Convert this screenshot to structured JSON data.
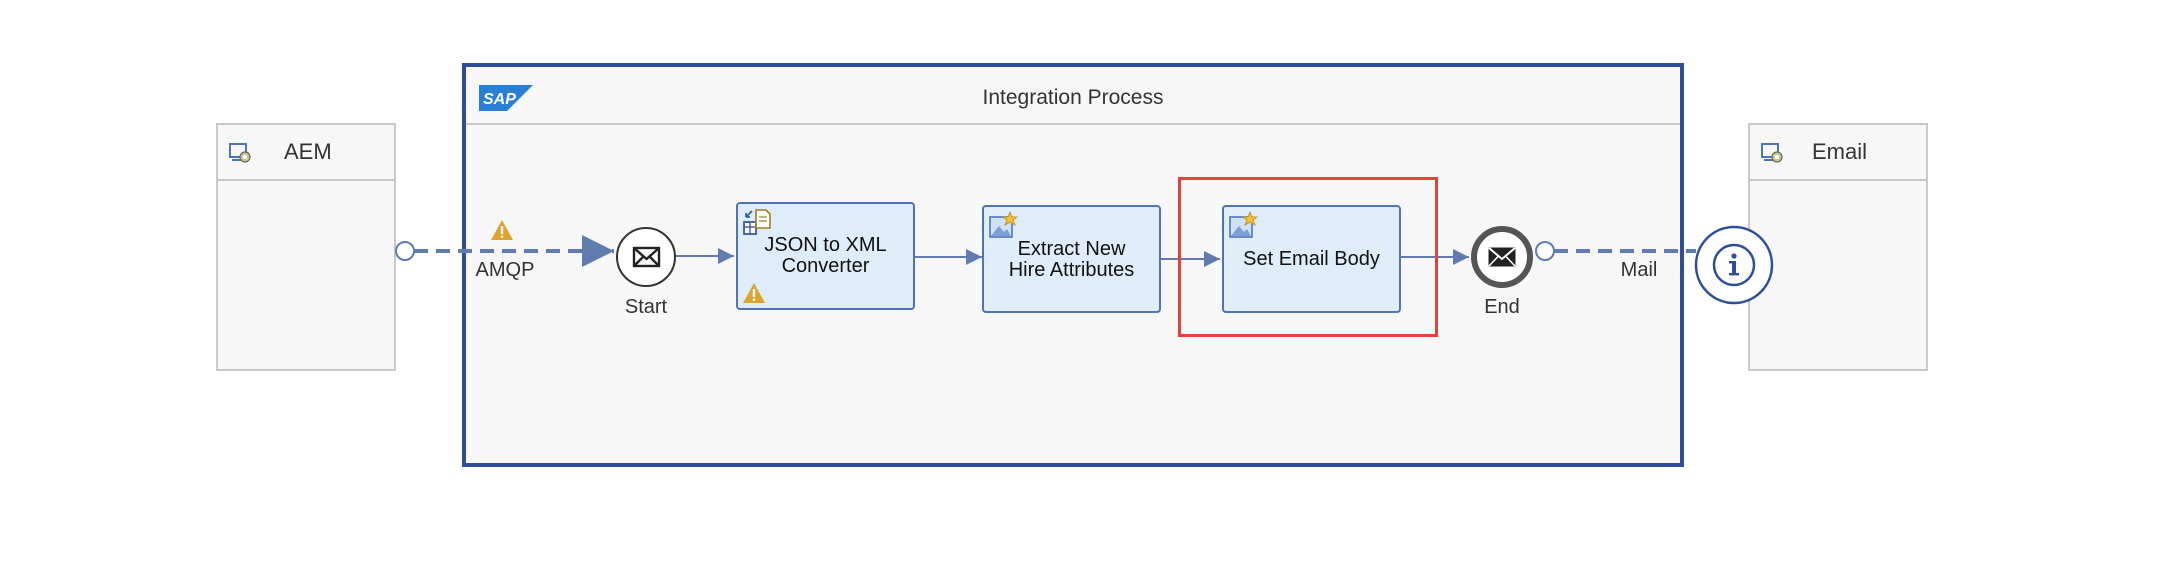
{
  "participants": {
    "sender": {
      "name": "AEM",
      "icon": "participant-icon"
    },
    "receiver": {
      "name": "Email",
      "icon": "participant-icon"
    }
  },
  "process": {
    "title": "Integration Process",
    "logo": "SAP"
  },
  "steps": [
    {
      "id": "start",
      "type": "message-start-event",
      "label": "Start",
      "icon": "envelope-icon"
    },
    {
      "id": "json-to-xml",
      "type": "converter",
      "label": "JSON to XML\nConverter",
      "icon": "converter-icon",
      "warning": true
    },
    {
      "id": "extract",
      "type": "content-modifier",
      "label": "Extract New\nHire Attributes",
      "icon": "content-modifier-icon"
    },
    {
      "id": "set-email-body",
      "type": "content-modifier",
      "label": "Set Email Body",
      "icon": "content-modifier-icon",
      "selected": true
    },
    {
      "id": "end",
      "type": "message-end-event",
      "label": "End",
      "icon": "envelope-icon"
    }
  ],
  "channels": {
    "sender": {
      "label": "AMQP",
      "warning": true
    },
    "receiver": {
      "label": "Mail"
    }
  },
  "colors": {
    "process_border": "#2f4e9a",
    "task_fill": "#dfedfb",
    "task_border": "#4f73b5",
    "connector": "#5f7bb0",
    "highlight": "#e8403f",
    "warning": "#e0a32e"
  }
}
